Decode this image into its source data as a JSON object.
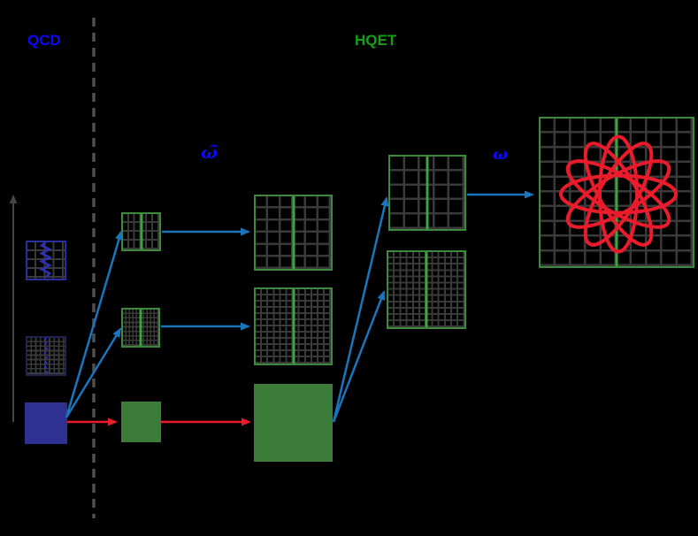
{
  "labels": {
    "qcd": "QCD",
    "hqet": "HQET",
    "omega_tilde": "ω̃",
    "omega": "ω"
  },
  "colors": {
    "background": "#000000",
    "qcd_text": "#0a0aff",
    "hqet_text": "#14a014",
    "omega_text": "#0a0aff",
    "red_arrow": "#ea1c2c",
    "red_curve": "#ea1c2c",
    "blue_arrow": "#1b75bc",
    "green_grid": "#3d8a3d",
    "green_centerline": "#3aa53a",
    "green_fill": "#3b7d38",
    "blue_fill": "#2e3192",
    "grid_line": "#3a3a3a",
    "dashed_divider": "#4f4f4f",
    "axis_arrow": "#454545",
    "zigzag_border": "#2b2fa0",
    "zigzag_line": "#2d31b4",
    "dotted_border": "#20224f",
    "dotted_line": "#2a2ec0"
  }
}
